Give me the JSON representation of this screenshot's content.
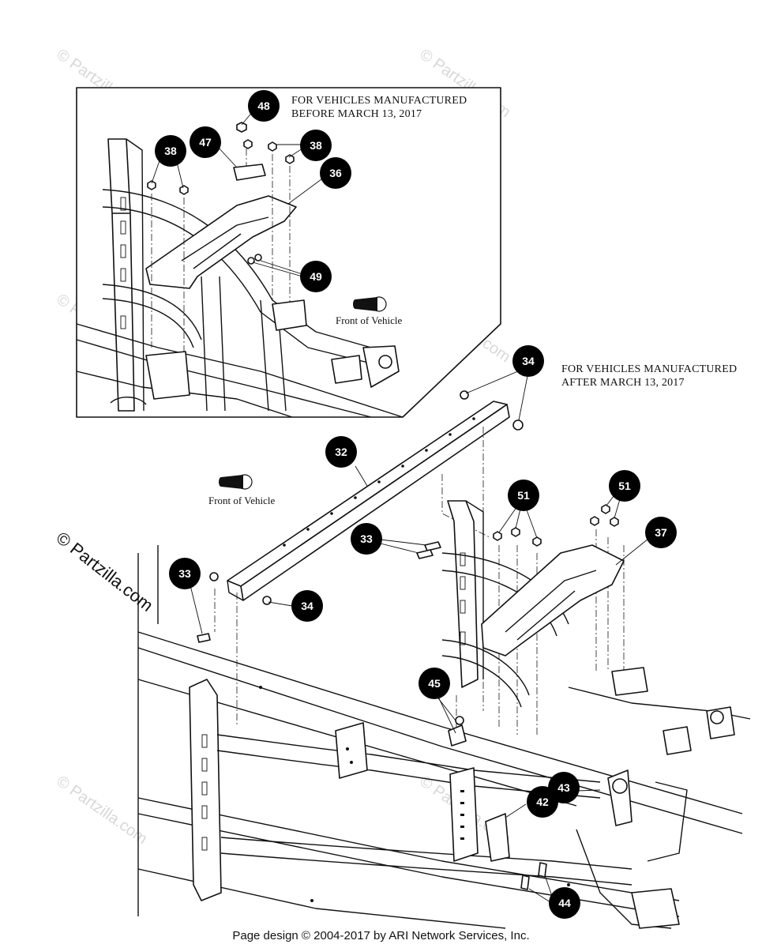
{
  "notes": {
    "before_line1": "FOR VEHICLES MANUFACTURED",
    "before_line2": "BEFORE MARCH 13, 2017",
    "after_line1": "FOR VEHICLES MANUFACTURED",
    "after_line2": "AFTER MARCH 13, 2017"
  },
  "front_of_vehicle_label": "Front of Vehicle",
  "callouts": [
    "48",
    "47",
    "38",
    "38",
    "36",
    "49",
    "34",
    "32",
    "51",
    "51",
    "37",
    "33",
    "33",
    "34",
    "45",
    "43",
    "42",
    "44"
  ],
  "watermark": "© Partzilla.com",
  "footer": "Page design © 2004-2017 by ARI Network Services, Inc."
}
